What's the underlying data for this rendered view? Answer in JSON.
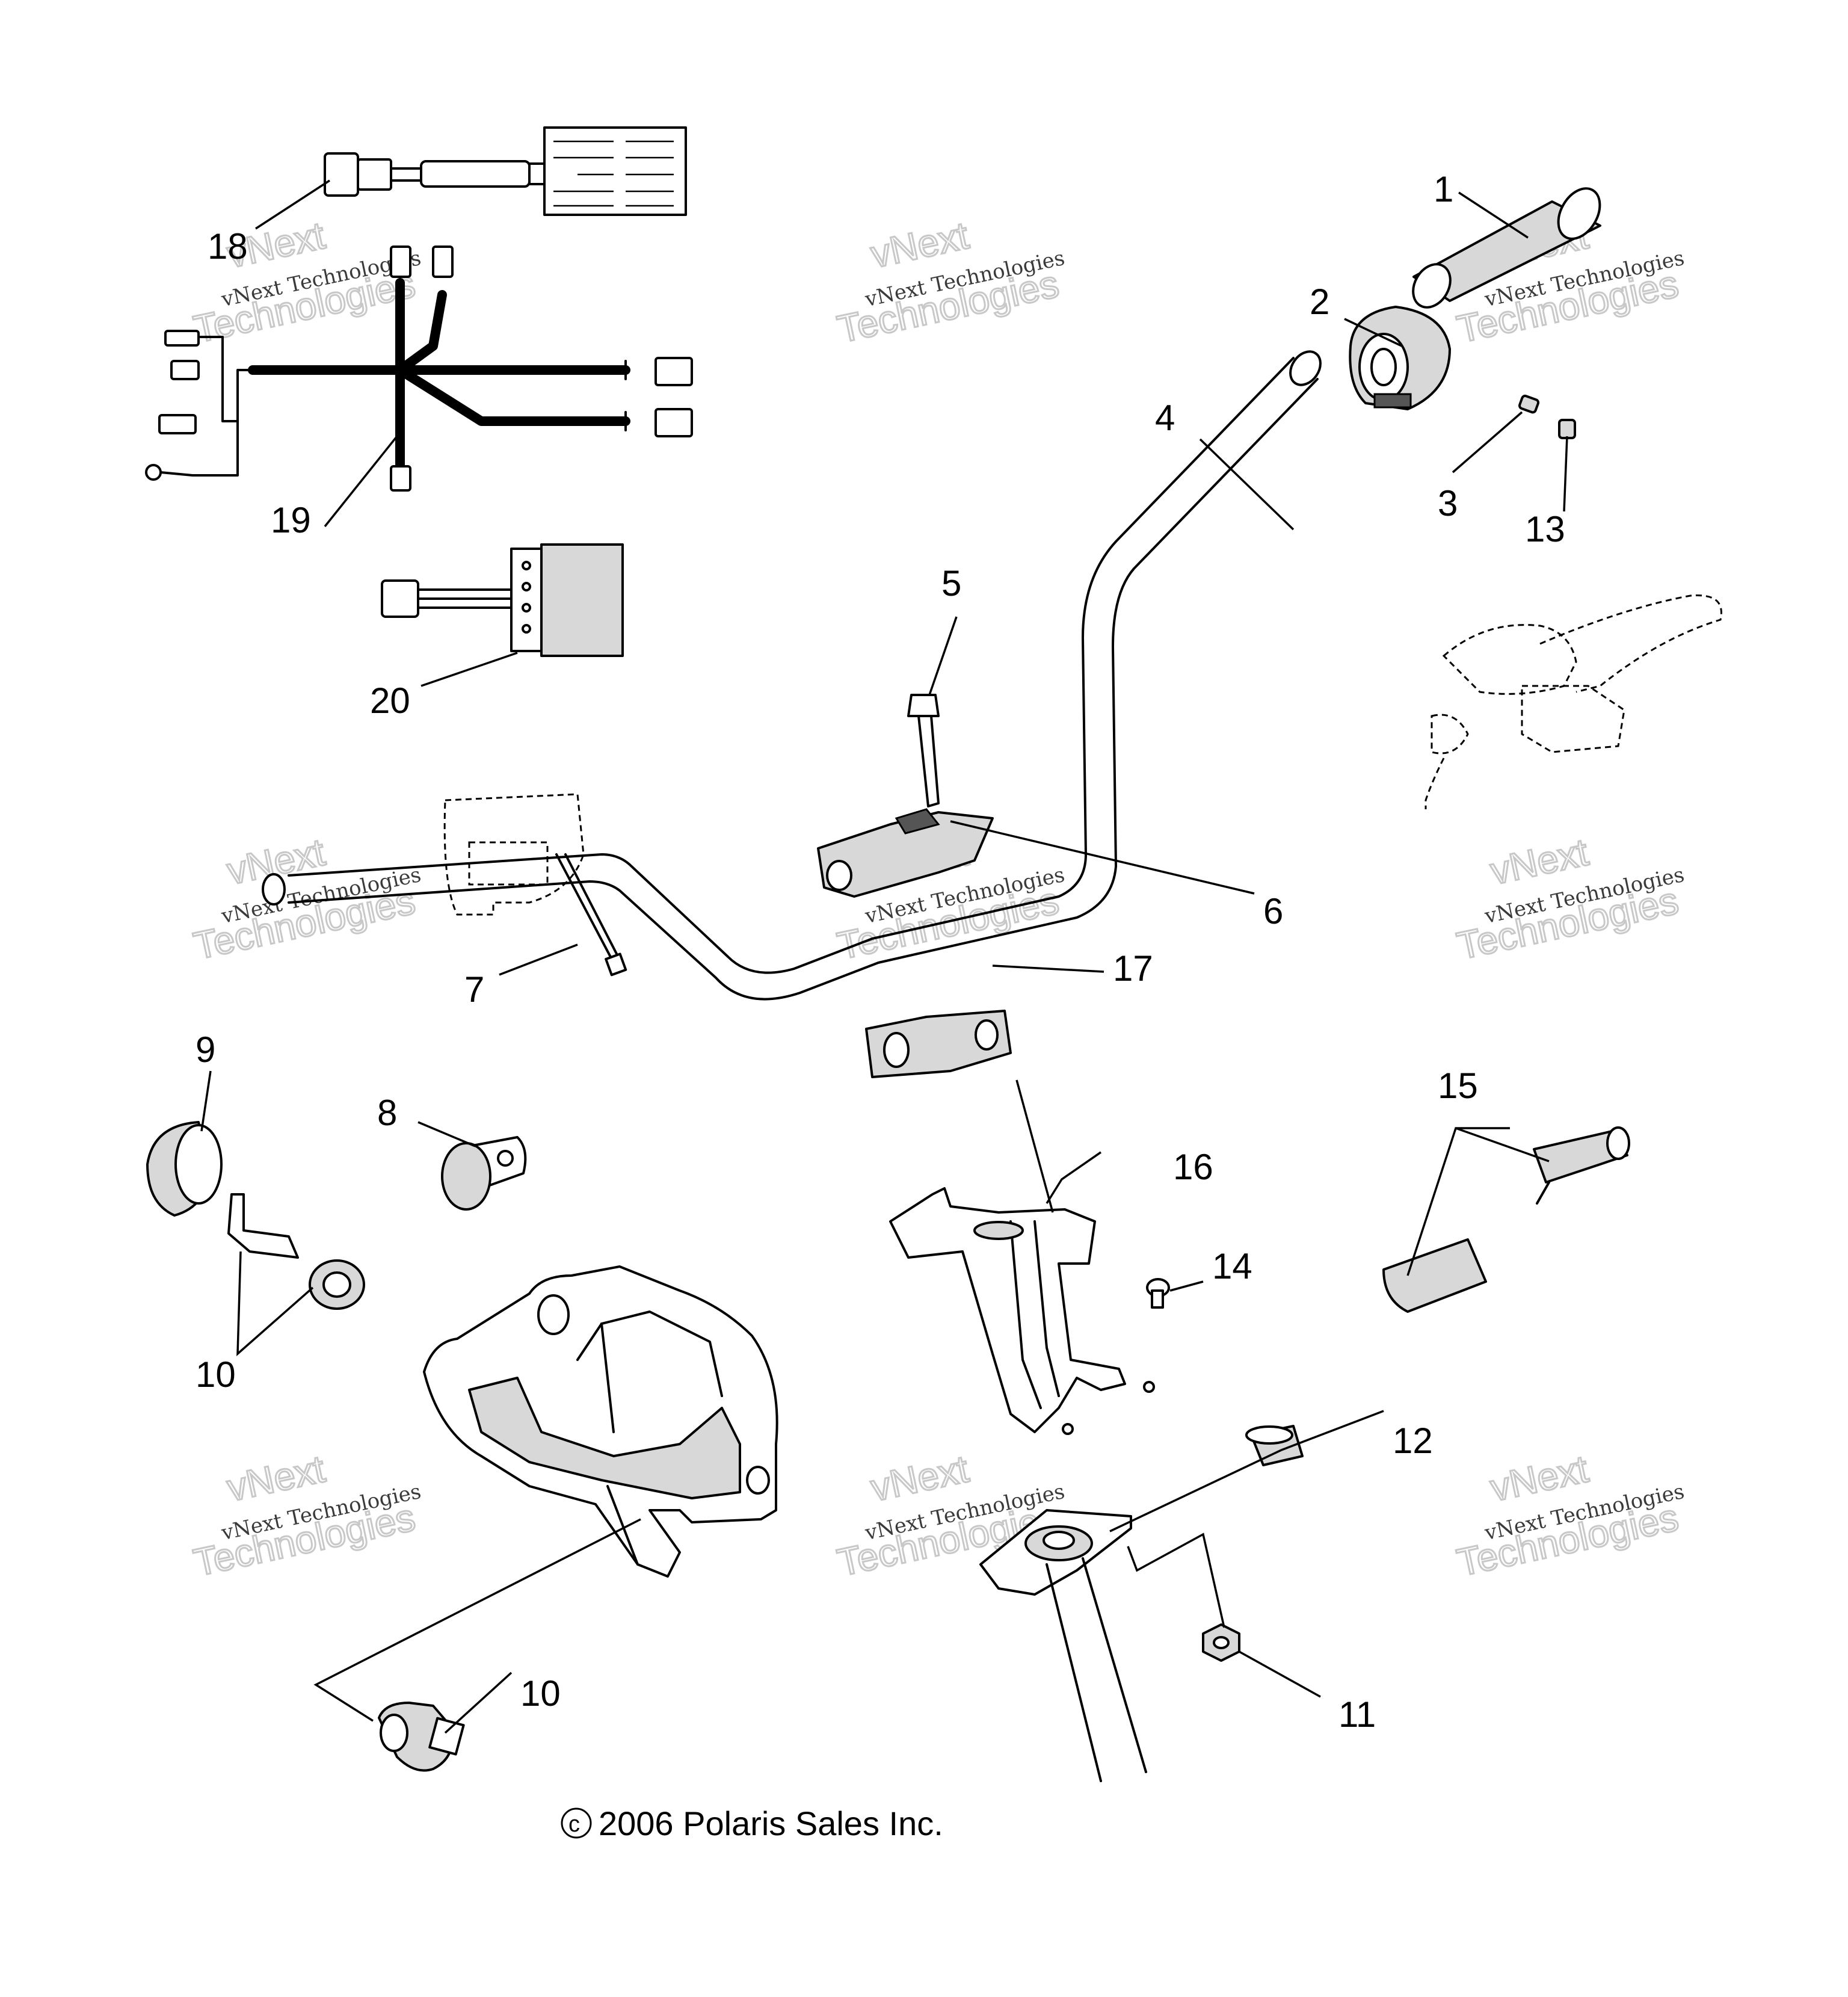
{
  "diagram": {
    "callouts": [
      {
        "id": "1",
        "text": "1"
      },
      {
        "id": "2",
        "text": "2"
      },
      {
        "id": "3",
        "text": "3"
      },
      {
        "id": "4",
        "text": "4"
      },
      {
        "id": "5",
        "text": "5"
      },
      {
        "id": "6",
        "text": "6"
      },
      {
        "id": "7",
        "text": "7"
      },
      {
        "id": "8",
        "text": "8"
      },
      {
        "id": "9",
        "text": "9"
      },
      {
        "id": "10a",
        "text": "10"
      },
      {
        "id": "10b",
        "text": "10"
      },
      {
        "id": "11",
        "text": "11"
      },
      {
        "id": "12",
        "text": "12"
      },
      {
        "id": "13",
        "text": "13"
      },
      {
        "id": "14",
        "text": "14"
      },
      {
        "id": "15",
        "text": "15"
      },
      {
        "id": "16",
        "text": "16"
      },
      {
        "id": "17",
        "text": "17"
      },
      {
        "id": "18",
        "text": "18"
      },
      {
        "id": "19",
        "text": "19"
      },
      {
        "id": "20",
        "text": "20"
      }
    ],
    "copyright": "2006 Polaris Sales Inc.",
    "copyright_symbol": "©",
    "watermark": {
      "line1": "vNext",
      "line2": "vNext Technologies",
      "line3": "Technologies"
    }
  }
}
